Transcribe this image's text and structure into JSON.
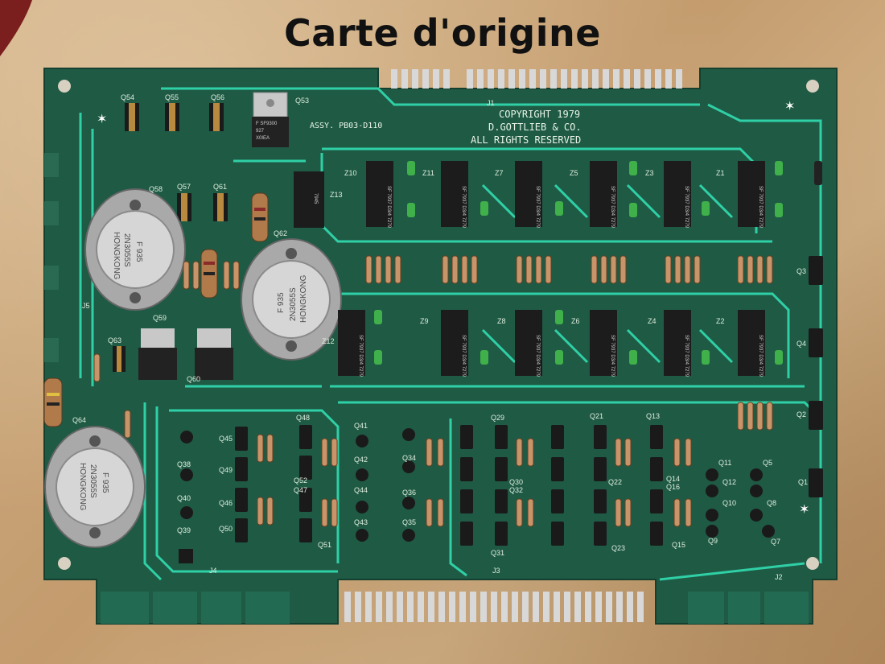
{
  "caption": "Carte d'origine",
  "copyright": {
    "line1": "COPYRIGHT 1979",
    "line2": "D.GOTTLIEB & CO.",
    "line3": "ALL RIGHTS RESERVED"
  },
  "assy": "ASSY. PB03-D110",
  "connectors": {
    "j1": "J1",
    "j2": "J2",
    "j3": "J3",
    "j4": "J4",
    "j5": "J5"
  },
  "ics": {
    "top": [
      "Z10",
      "Z11",
      "Z7",
      "Z5",
      "Z3",
      "Z1"
    ],
    "bottom": [
      "Z9",
      "Z8",
      "Z6",
      "Z4",
      "Z2"
    ],
    "z13": "Z13",
    "z12": "Z12",
    "chip_code": "7945",
    "chip_brand": "SF 7937 D3/4 7279"
  },
  "transistors_to220": [
    "Q54",
    "Q55",
    "Q56",
    "Q53",
    "Q57",
    "Q61",
    "Q59",
    "Q60",
    "Q63"
  ],
  "to3": [
    {
      "label": "Q58",
      "line1": "F 935",
      "line2": "2N3055S",
      "line3": "HONGKONG"
    },
    {
      "label": "Q62",
      "line1": "F 935",
      "line2": "2N3055S",
      "line3": "HONGKONG"
    },
    {
      "label": "Q64",
      "line1": "F 935",
      "line2": "2N3055S",
      "line3": "HONGKONG"
    }
  ],
  "q53_marking": {
    "line1": "F SF9300",
    "line2": "927",
    "line3": "X0IEA"
  },
  "mid_labels": [
    "Q48",
    "Q41",
    "Q52",
    "Q47",
    "Q42",
    "Q44",
    "Q43",
    "Q45",
    "Q49",
    "Q46",
    "Q50",
    "Q51",
    "Q38",
    "Q40",
    "Q39",
    "Q34",
    "Q36",
    "Q35",
    "Q29",
    "Q30",
    "Q32",
    "Q31",
    "Q21",
    "Q22",
    "Q23",
    "Q13",
    "Q14",
    "Q16",
    "Q15",
    "Q11",
    "Q12",
    "Q10",
    "Q9",
    "Q5",
    "Q8",
    "Q7",
    "Q3",
    "Q4",
    "Q2",
    "Q1"
  ]
}
